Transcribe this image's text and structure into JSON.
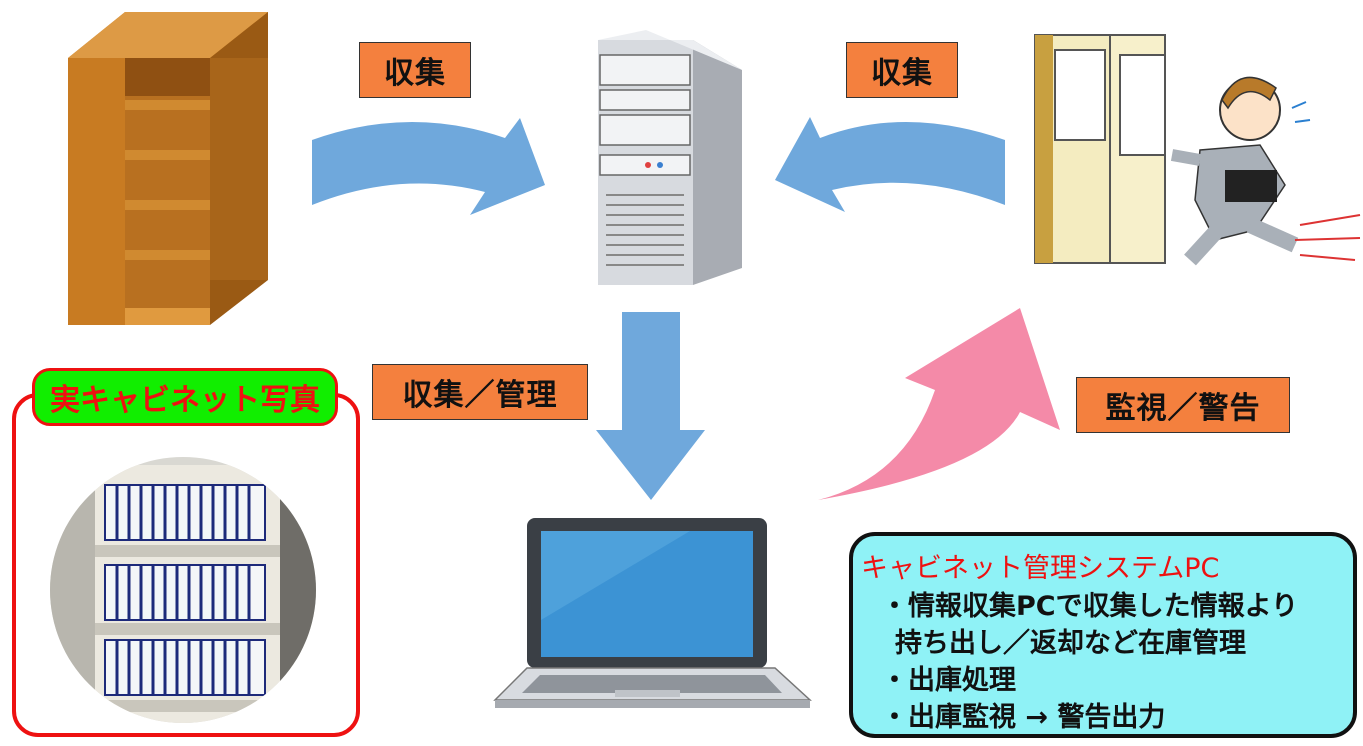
{
  "labels": {
    "collect_left": "収集",
    "collect_right": "収集",
    "collect_manage": "収集／管理",
    "monitor_warn": "監視／警告"
  },
  "photo": {
    "title": "実キャビネット写真"
  },
  "system_box": {
    "title": "キャビネット管理システムPC",
    "lines": [
      "・情報収集PCで収集した情報より",
      "持ち出し／返却など在庫管理",
      "・出庫処理",
      "・出庫監視 → 警告出力"
    ]
  },
  "icons": [
    "bookshelf-icon",
    "server-icon",
    "door-person-icon",
    "laptop-icon",
    "cabinet-photo"
  ],
  "colors": {
    "arrow_blue": "#6fa8dc",
    "arrow_pink": "#f48aa8",
    "label_orange": "#f4803e",
    "photo_title_green": "#11ee00",
    "accent_red": "#ee1111",
    "info_bg": "#8ff2f6"
  }
}
